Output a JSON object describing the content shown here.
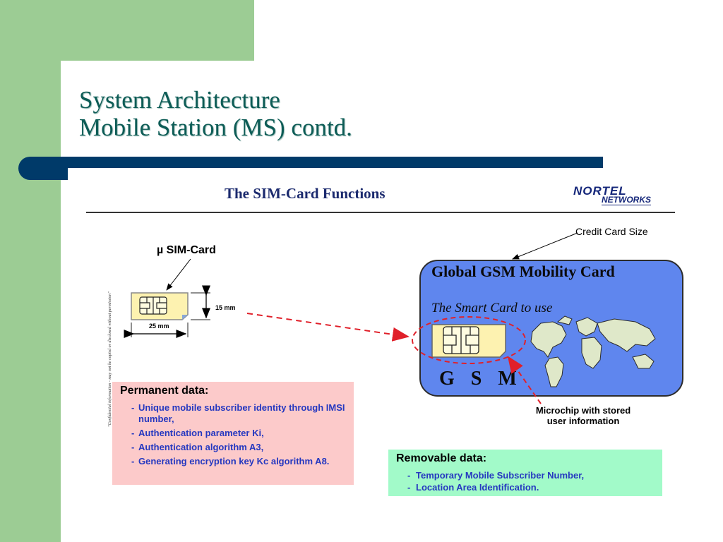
{
  "slide": {
    "title_lines": [
      "System Architecture",
      "Mobile Station (MS) contd."
    ]
  },
  "figure": {
    "header": "The SIM-Card Functions",
    "logo": {
      "line1": "NORTEL",
      "line2": "NETWORKS"
    },
    "side_note": "\"Confidential information - may not be copied or disclosed without permission\"",
    "micro_sim_label": "µ SIM-Card",
    "dim_height": "15 mm",
    "dim_width": "25 mm",
    "credit_card_label": "Credit Card Size",
    "gsm_card": {
      "title": "Global GSM Mobility Card",
      "subtitle": "The Smart Card to use",
      "word": "G S M"
    },
    "microchip_label": [
      "Microchip with stored",
      "user information"
    ],
    "permanent": {
      "title": "Permanent data:",
      "items": [
        "Unique mobile subscriber identity through IMSI number,",
        "Authentication parameter Ki,",
        "Authentication algorithm A3,",
        "Generating encryption key Kc algorithm A8."
      ]
    },
    "removable": {
      "title": "Removable data:",
      "items": [
        "Temporary Mobile Subscriber Number,",
        "Location Area Identification."
      ]
    },
    "colors": {
      "accent_green": "#9ccc94",
      "title_bar": "#003a69",
      "title_text": "#0d5c56",
      "card_blue": "#5f86ee",
      "permanent_box": "#fccaca",
      "removable_box": "#a2fac9",
      "list_text": "#2538c0",
      "arrow_red": "#e0202a"
    }
  }
}
